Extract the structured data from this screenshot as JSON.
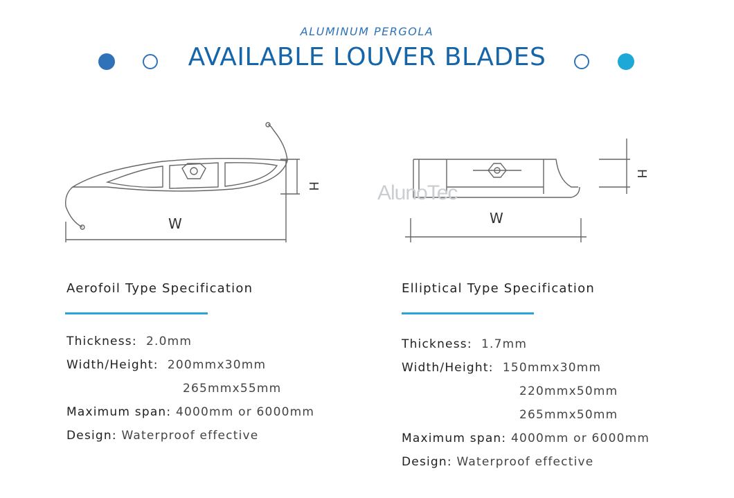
{
  "header": {
    "eyebrow": "ALUMINUM PERGOLA",
    "title": "AVAILABLE LOUVER BLADES"
  },
  "colors": {
    "primary_blue": "#2f72b8",
    "title_blue": "#1565a8",
    "accent_cyan": "#1ea8d8"
  },
  "diagrams": {
    "aerofoil": {
      "w_label": "W",
      "h_label": "H"
    },
    "elliptical": {
      "w_label": "W",
      "h_label": "H",
      "watermark": "AlunoTec"
    }
  },
  "aerofoil": {
    "heading": "Aerofoil Type Specification",
    "thickness_label": "Thickness:",
    "thickness_value": "2.0mm",
    "size_label": "Width/Height:",
    "size_values": [
      "200mmx30mm",
      "265mmx55mm"
    ],
    "span_label": "Maximum span:",
    "span_value": "4000mm or 6000mm",
    "design_label": "Design:",
    "design_value": "Waterproof effective"
  },
  "elliptical": {
    "heading": "Elliptical Type Specification",
    "thickness_label": "Thickness:",
    "thickness_value": "1.7mm",
    "size_label": "Width/Height:",
    "size_values": [
      "150mmx30mm",
      "220mmx50mm",
      "265mmx50mm"
    ],
    "span_label": "Maximum span:",
    "span_value": "4000mm or 6000mm",
    "design_label": "Design:",
    "design_value": "Waterproof effective"
  }
}
